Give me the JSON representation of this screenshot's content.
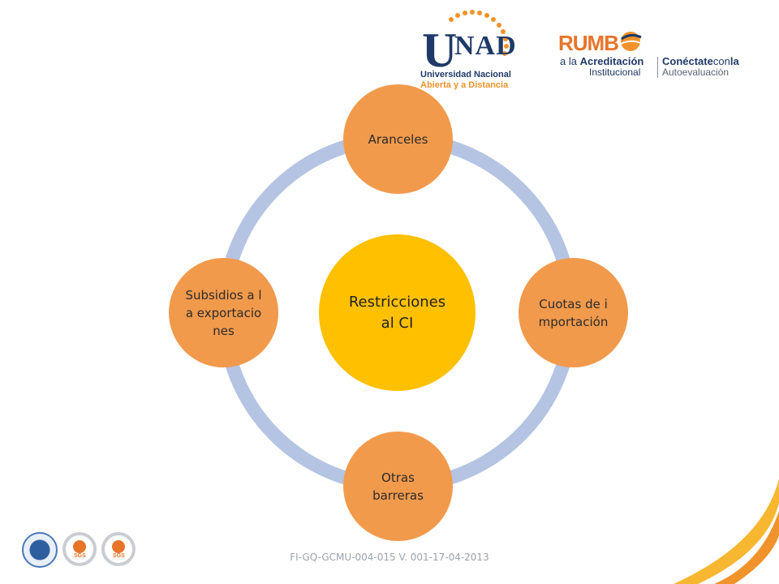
{
  "logos": {
    "unad": {
      "letters_u": "U",
      "letters_nad": "NAD",
      "line1": "Universidad Nacional",
      "line2": "Abierta y a Distancia"
    },
    "rumbo": {
      "word": "RUMB",
      "sub1_prefix": "a la ",
      "sub1_bold": "Acreditación",
      "sub2": "Institucional",
      "con1_bold": "Conéctate",
      "con1_rest": "con",
      "con1_bold2": "la",
      "con2": "Autoevaluación"
    }
  },
  "diagram": {
    "center": {
      "line1": "Restricciones",
      "line2": "al CI"
    },
    "top": {
      "text": "Aranceles"
    },
    "right": {
      "text": "Cuotas de importación"
    },
    "bottom": {
      "line1": "Otras",
      "line2": "barreras"
    },
    "left": {
      "text": "Subsidios a la exportaciones"
    }
  },
  "footer": {
    "code": "FI-GQ-GCMU-004-015 V. 001-17-04-2013",
    "cert_label": "SGS"
  },
  "colors": {
    "center_fill": "#ffc000",
    "outer_fill": "#f29a4c",
    "ring": "#b4c4e2"
  }
}
